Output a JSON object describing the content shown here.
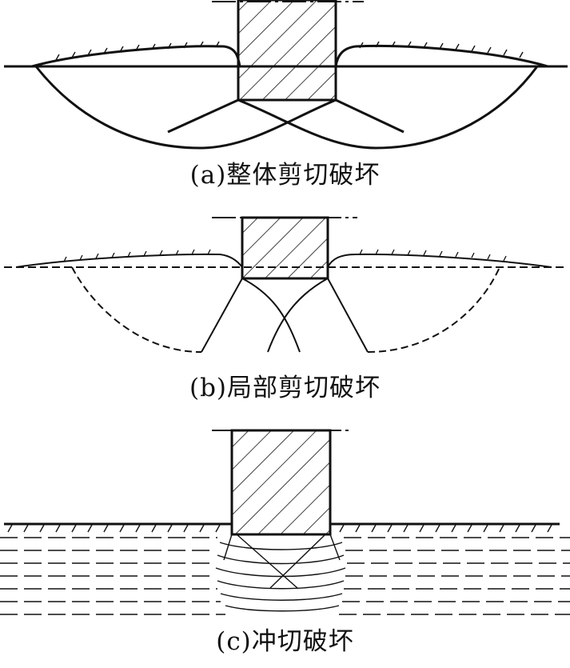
{
  "figure": {
    "panels": [
      {
        "id": "a",
        "caption": "(a)整体剪切破坏"
      },
      {
        "id": "b",
        "caption": "(b)局部剪切破坏"
      },
      {
        "id": "c",
        "caption": "(c)冲切破坏"
      }
    ],
    "colors": {
      "ink": "#111111",
      "background": "#ffffff"
    }
  }
}
